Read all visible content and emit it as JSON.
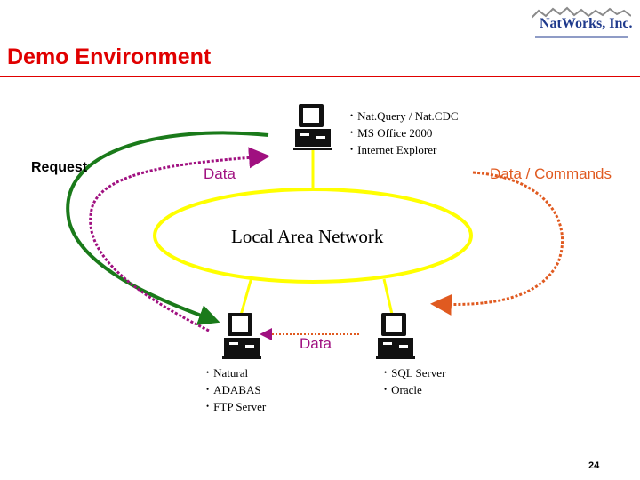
{
  "header": {
    "title": "Demo Environment",
    "logo_text": "NatWorks, Inc.",
    "accent_color": "#e00000"
  },
  "diagram": {
    "network_label": "Local Area Network",
    "flow_labels": {
      "request": "Request",
      "data_top": "Data",
      "data_commands": "Data / Commands",
      "data_bottom": "Data"
    },
    "nodes": {
      "client": {
        "icon": "computer-icon",
        "items": [
          "Nat.Query / Nat.CDC",
          "MS Office 2000",
          "Internet Explorer"
        ]
      },
      "natural_server": {
        "icon": "computer-icon",
        "items": [
          "Natural",
          "ADABAS",
          "FTP Server"
        ]
      },
      "sql_server": {
        "icon": "computer-icon",
        "items": [
          "SQL Server",
          "Oracle"
        ]
      }
    },
    "colors": {
      "network": "#ffff00",
      "request_arrow": "#1a7a1a",
      "data_arrow": "#a01080",
      "commands_arrow": "#e05a20"
    }
  },
  "footer": {
    "page_number": "24"
  }
}
